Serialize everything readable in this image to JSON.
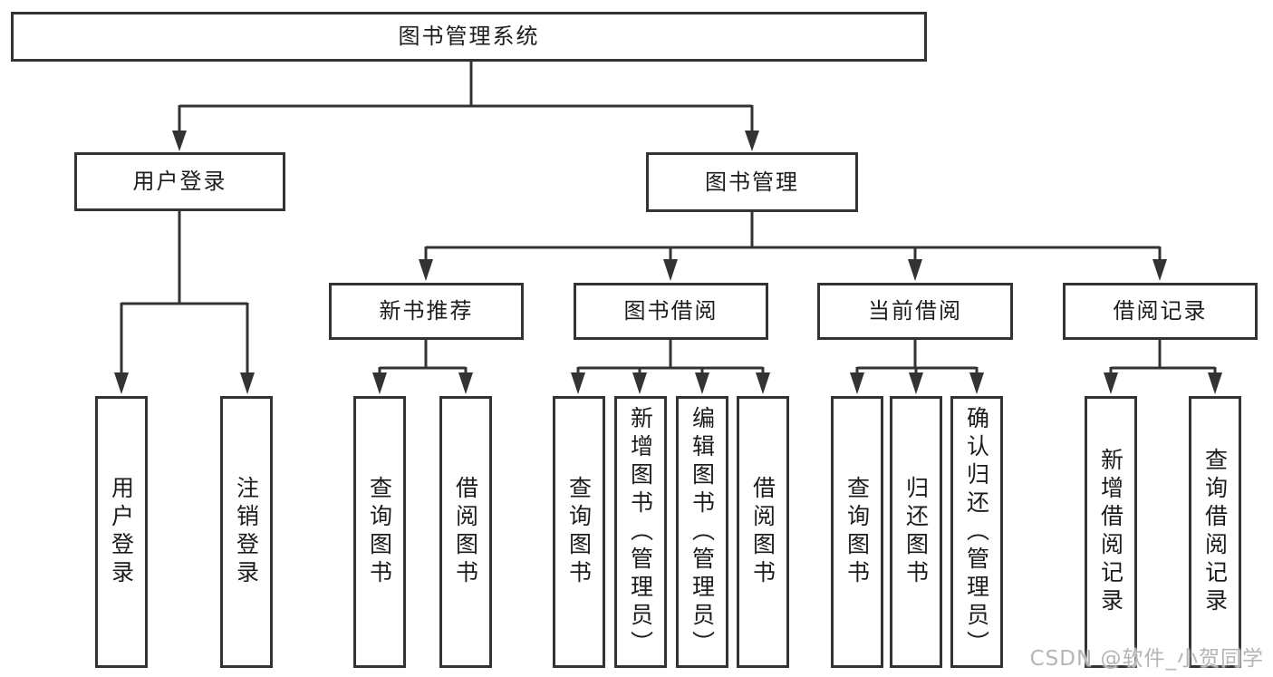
{
  "diagram": {
    "tree": {
      "label": "图书管理系统",
      "children": [
        {
          "label": "用户登录",
          "children": [
            {
              "label": "用户登录"
            },
            {
              "label": "注销登录"
            }
          ]
        },
        {
          "label": "图书管理",
          "children": [
            {
              "label": "新书推荐",
              "children": [
                {
                  "label": "查询图书"
                },
                {
                  "label": "借阅图书"
                }
              ]
            },
            {
              "label": "图书借阅",
              "children": [
                {
                  "label": "查询图书"
                },
                {
                  "label": "新增图书（管理员）"
                },
                {
                  "label": "编辑图书（管理员）"
                },
                {
                  "label": "借阅图书"
                }
              ]
            },
            {
              "label": "当前借阅",
              "children": [
                {
                  "label": "查询图书"
                },
                {
                  "label": "归还图书"
                },
                {
                  "label": "确认归还（管理员）"
                }
              ]
            },
            {
              "label": "借阅记录",
              "children": [
                {
                  "label": "新增借阅记录"
                },
                {
                  "label": "查询借阅记录"
                }
              ]
            }
          ]
        }
      ]
    },
    "colors": {
      "line": "#333333",
      "box_border": "#333333",
      "box_fill": "#ffffff",
      "text": "#1c1c1c",
      "background": "#ffffff"
    }
  },
  "watermark": {
    "text": "CSDN @软件_小贺同学",
    "color": "#b5b5b5"
  }
}
